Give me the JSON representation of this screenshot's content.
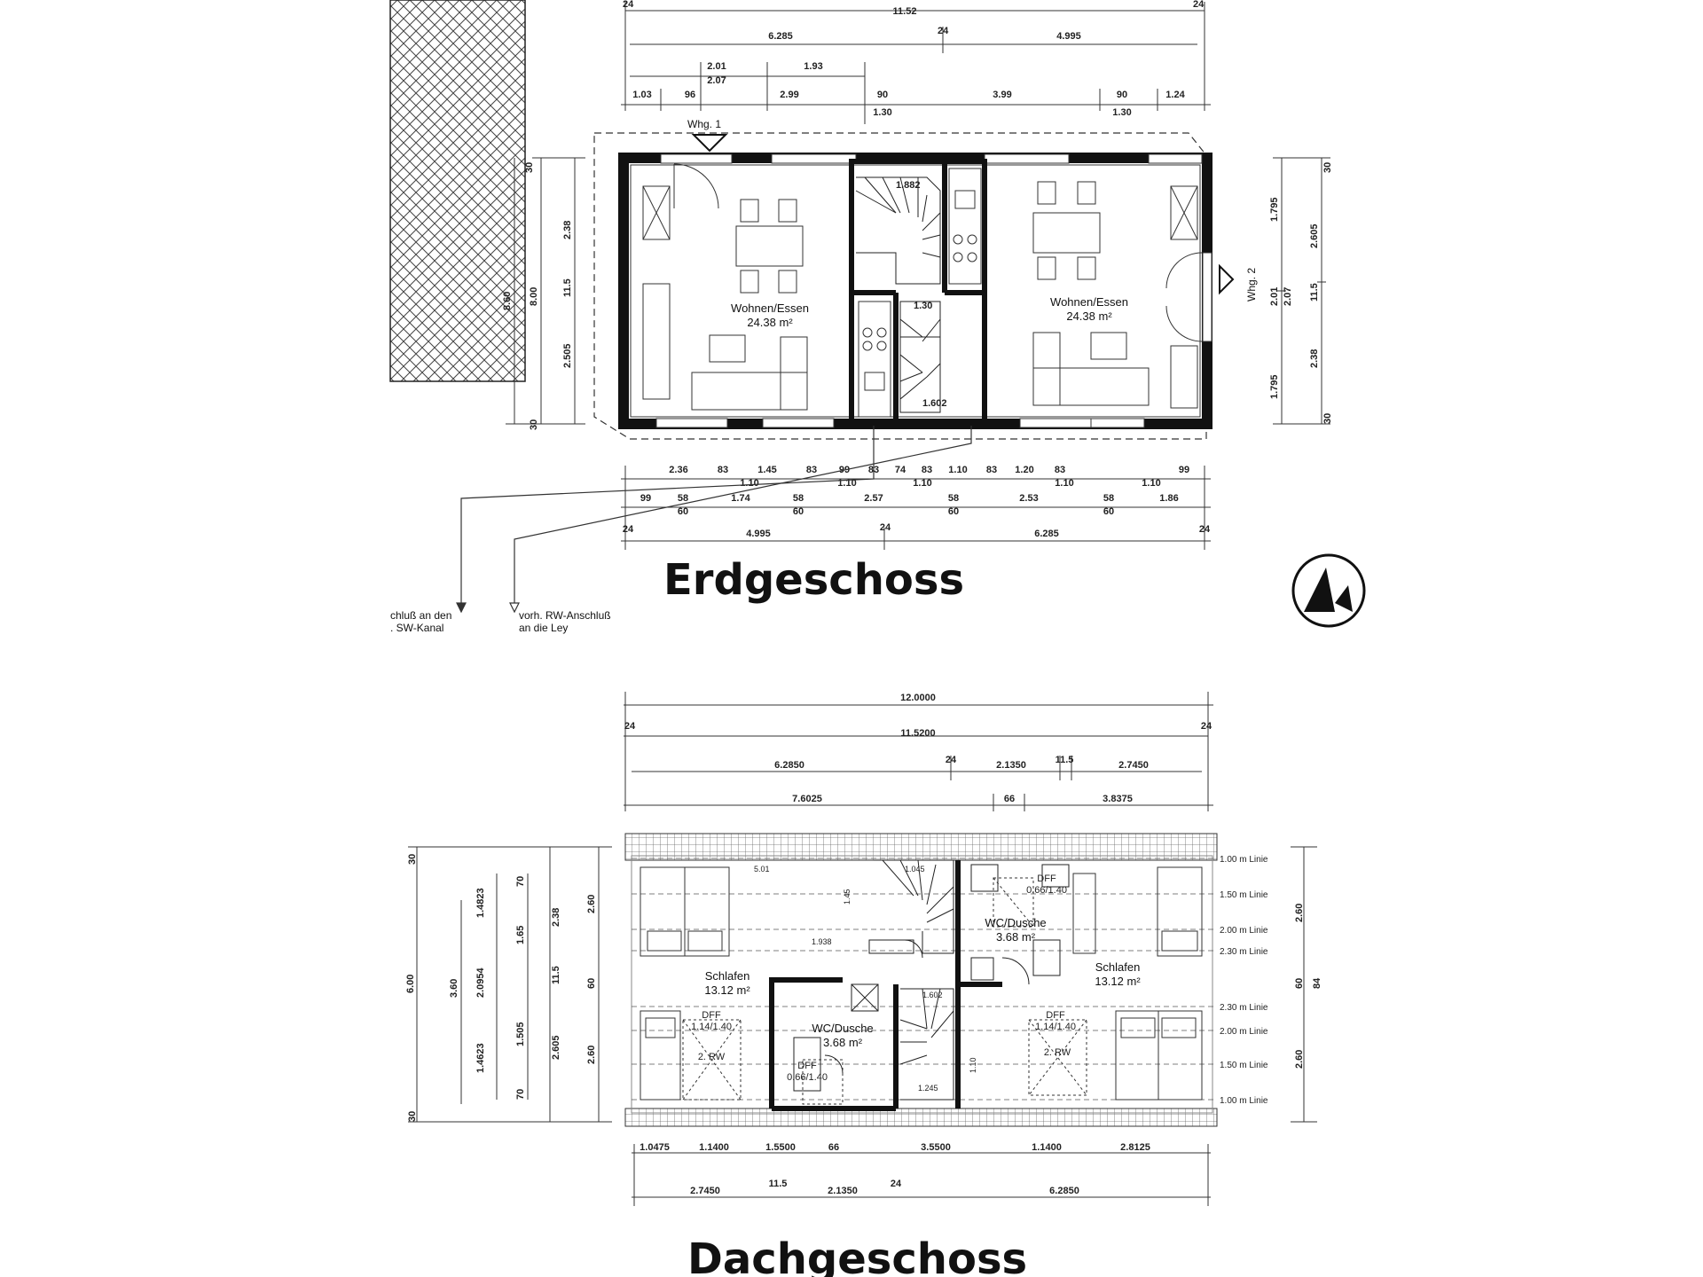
{
  "floors": {
    "ground": {
      "title": "Erdgeschoss",
      "unit1": "Whg. 1",
      "unit2": "Whg. 2",
      "room_left": {
        "name": "Wohnen/Essen",
        "area": "24.38 m²"
      },
      "room_right": {
        "name": "Wohnen/Essen",
        "area": "24.38 m²"
      },
      "dims_top": {
        "overall": "11.52",
        "row2": [
          "6.285",
          "4.995"
        ],
        "row3a": [
          "2.01",
          "1.93"
        ],
        "row3b": "2.07",
        "row4": [
          "1.03",
          "96",
          "2.99",
          "90",
          "3.99",
          "90",
          "1.24"
        ],
        "row4b": [
          "1.30",
          "1.30"
        ],
        "edge": "24"
      },
      "dims_bottom": {
        "row1": [
          "2.36",
          "83",
          "1.45",
          "83",
          "99",
          "83",
          "74",
          "83",
          "1.10",
          "83",
          "1.20",
          "83",
          "99"
        ],
        "row1b": [
          "1.10",
          "1.10",
          "1.10",
          "1.10",
          "1.10"
        ],
        "row2": [
          "99",
          "58",
          "1.74",
          "58",
          "2.57",
          "58",
          "2.53",
          "58",
          "1.86"
        ],
        "row2b": [
          "60",
          "60",
          "60",
          "60"
        ],
        "row3": [
          "4.995",
          "6.285"
        ],
        "edge": "24"
      },
      "dims_left": [
        "30",
        "2.38",
        "11.5",
        "2.505",
        "30",
        "8.00",
        "8.60"
      ],
      "dims_right": [
        "30",
        "1.795",
        "2.605",
        "2.01",
        "2.07",
        "11.5",
        "2.38",
        "1.795",
        "30"
      ],
      "stair": [
        "1.882",
        "1.602",
        "1.30"
      ],
      "note_left_1": "chluß an den",
      "note_left_2": ". SW-Kanal",
      "note_right_1": "vorh. RW-Anschluß",
      "note_right_2": "an die Ley"
    },
    "attic": {
      "title": "Dachgeschoss",
      "room_left": {
        "name": "Schlafen",
        "area": "13.12 m²"
      },
      "room_right": {
        "name": "Schlafen",
        "area": "13.12 m²"
      },
      "bath_left": {
        "name": "WC/Dusche",
        "area": "3.68 m²"
      },
      "bath_right": {
        "name": "WC/Dusche",
        "area": "3.68 m²"
      },
      "dff": [
        "DFF",
        "0.66/1.40",
        "DFF",
        "1.14/1.40",
        "DFF",
        "1.14/1.40",
        "DFF",
        "0.66/1.40"
      ],
      "rw": [
        "2. RW",
        "2. RW"
      ],
      "dims_top": {
        "row1": "12.0000",
        "row2": "11.5200",
        "row3": [
          "6.2850",
          "2.1350",
          "11.5",
          "2.7450"
        ],
        "row4": [
          "7.6025",
          "66",
          "3.8375"
        ],
        "edge": "24"
      },
      "dims_bottom": {
        "row1": [
          "1.0475",
          "1.1400",
          "1.5500",
          "66",
          "3.5500",
          "1.1400",
          "2.8125"
        ],
        "row2": [
          "2.7450",
          "11.5",
          "2.1350",
          "24",
          "6.2850"
        ]
      },
      "lines": [
        "1.00 m Linie",
        "1.50 m Linie",
        "2.00 m Linie",
        "2.30 m Linie",
        "2.30 m Linie",
        "2.00 m Linie",
        "1.50 m Linie",
        "1.00 m Linie"
      ],
      "dims_left": [
        "30",
        "1.4823",
        "2.0954",
        "1.4623",
        "30",
        "3.60",
        "6.00",
        "70",
        "1.65",
        "1.505",
        "70",
        "2.38",
        "11.5",
        "2.605",
        "2.60",
        "60",
        "2.60"
      ],
      "dims_right": [
        "2.60",
        "60",
        "84",
        "2.60"
      ],
      "misc": [
        "5.01",
        "1.045",
        "1.45",
        "1.938",
        "1.602",
        "1.245",
        "1.10"
      ]
    }
  }
}
